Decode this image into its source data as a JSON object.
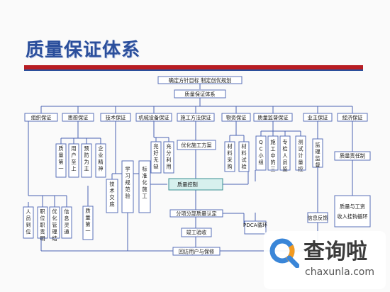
{
  "title": "质量保证体系",
  "colors": {
    "title": "#2b4f9c",
    "rule_red": "#b81d23",
    "rule_blue": "#2b4f9c",
    "box_border": "#5a70b8",
    "control_fill": "#d7f0ee"
  },
  "nodes": {
    "root": "确定方针目标 制定创优规划",
    "system": "质量保证体系",
    "org": "组织保证",
    "thought": "思想保证",
    "tech": "技术保证",
    "machine": "机械设备保证",
    "construction": "施工方法保证",
    "material": "物资保证",
    "supervision": "质量监督保证",
    "business": "业主保证",
    "economic": "经济保证",
    "q_first": "质量第一",
    "user_first": "用户至上",
    "prevention": "预防为主",
    "spirit": "企业精神",
    "quality_first_2": "质量第一",
    "tech_exchange": "技术交底",
    "learn_spec": "学习规范验",
    "standard_const": "标准化施工",
    "intact_rate": "完好无缺",
    "full_use": "充分利用",
    "optimize_plan": "优化施工方案",
    "mat_purchase": "材料采购",
    "mat_test": "材料试验",
    "qc_group": "QC小组",
    "three_checks": "施工中的三",
    "full_time_inspector": "专检人员监",
    "test_control": "测试计量控",
    "supervisor": "监理监督",
    "responsibility": "质量责任制",
    "personnel": "人员到位",
    "duty_clear": "职位职责明",
    "optimize_mgmt": "优化管理结",
    "info_smooth": "信息灵通",
    "control": "质量控制",
    "acceptance": "分项分部质量认定",
    "pdca": "PDCA循环",
    "completion": "竣工验收",
    "info_feedback": "信息反馈",
    "q_and_wage": "质量与工资",
    "pay_cycle": "收入挂钩循环",
    "revisit": "回访用户与保修"
  },
  "watermark": {
    "name": "查询啦",
    "url": "chaxunla.com"
  }
}
